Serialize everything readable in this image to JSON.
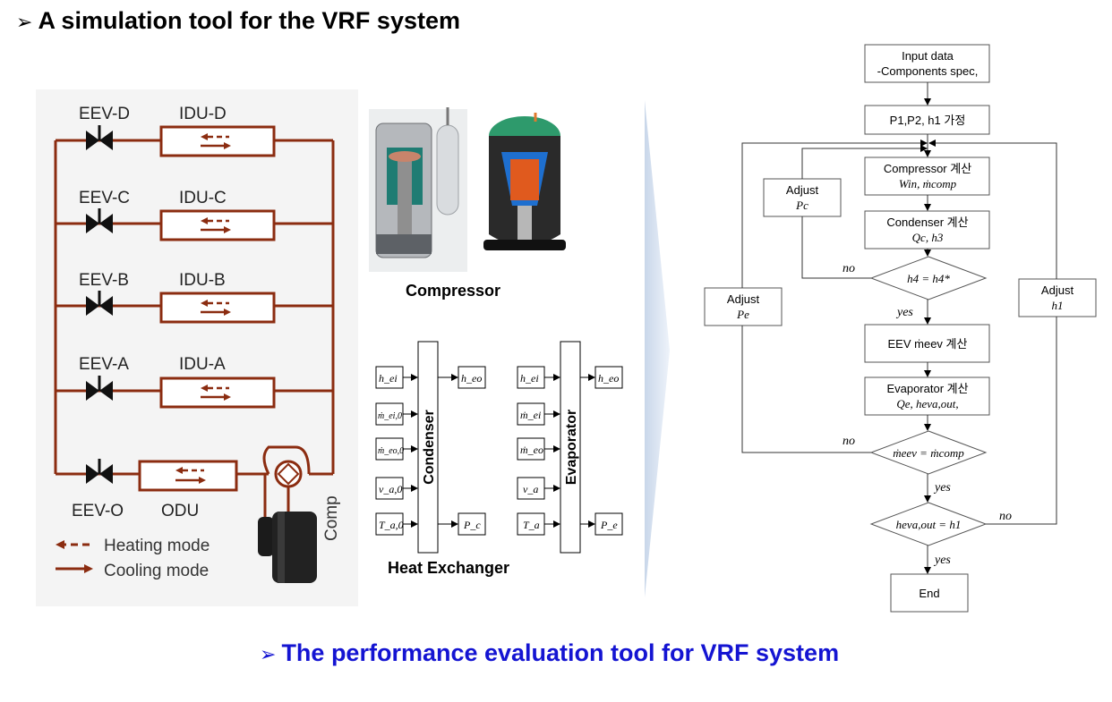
{
  "title": "A simulation tool for the VRF system",
  "subtitle": "The performance evaluation tool for VRF system",
  "schematic": {
    "units": [
      {
        "eev": "EEV-D",
        "idu": "IDU-D"
      },
      {
        "eev": "EEV-C",
        "idu": "IDU-C"
      },
      {
        "eev": "EEV-B",
        "idu": "IDU-B"
      },
      {
        "eev": "EEV-A",
        "idu": "IDU-A"
      }
    ],
    "outdoor_eev": "EEV-O",
    "odu": "ODU",
    "comp": "Comp",
    "legend": {
      "heating": "Heating mode",
      "cooling": "Cooling mode"
    },
    "pipe_color": "#8b2c10"
  },
  "compressor_caption": "Compressor",
  "heat_exchanger": {
    "caption": "Heat Exchanger",
    "condenser": {
      "label": "Condenser",
      "inputs": [
        "h_ei",
        "ṁ_ei,0",
        "ṁ_eo,0",
        "v_a,0",
        "T_a,0"
      ],
      "outputs": [
        "h_eo",
        "P_c"
      ]
    },
    "evaporator": {
      "label": "Evaporator",
      "inputs": [
        "h_ei",
        "ṁ_ei",
        "ṁ_eo",
        "v_a",
        "T_a"
      ],
      "outputs": [
        "h_eo",
        "P_e"
      ]
    }
  },
  "flowchart": {
    "input": [
      "Input data",
      "-Components spec,"
    ],
    "assume": "P1,P2, h1 가정",
    "compressor": [
      "Compressor 계산",
      "Win, ṁcomp"
    ],
    "condenser": [
      "Condenser 계산",
      "Qc, h3"
    ],
    "check_h4": "h4 = h4*",
    "eev": "EEV ṁeev 계산",
    "evaporator": [
      "Evaporator 계산",
      "Qe, heva,out,"
    ],
    "check_mass": "ṁeev = ṁcomp",
    "check_h1": "heva,out = h1",
    "end": "End",
    "adjust_pc": [
      "Adjust",
      "Pc"
    ],
    "adjust_pe": [
      "Adjust",
      "Pe"
    ],
    "adjust_h1": [
      "Adjust",
      "h1"
    ],
    "yes": "yes",
    "no": "no"
  }
}
